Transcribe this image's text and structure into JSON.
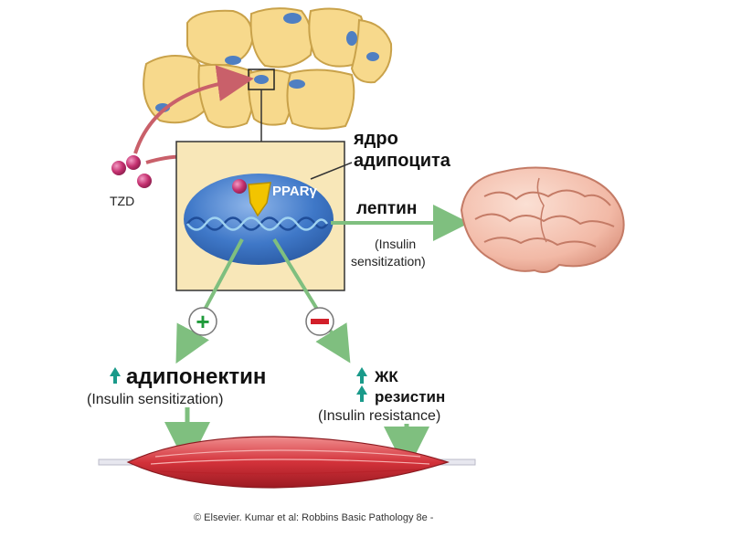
{
  "labels": {
    "tzd": "TZD",
    "nucleus_line1": "ядро",
    "nucleus_line2": "адипоцита",
    "receptor": "PPARγ",
    "leptin": "лептин",
    "leptin_note_1": "(Insulin",
    "leptin_note_2": "sensitization)",
    "plus": "+",
    "minus": "−",
    "adiponectin": "адипонектин",
    "adiponectin_note": "(Insulin sensitization)",
    "ffa": "ЖК",
    "resistin": "резистин",
    "resistin_note": "(Insulin resistance)",
    "copyright": "© Elsevier. Kumar et al: Robbins Basic Pathology 8e - "
  },
  "colors": {
    "fat_cell": "#f7d98c",
    "fat_cell_edge": "#c9a24a",
    "cell_nucleus": "#4f7fc2",
    "panel_bg": "#f8e7b8",
    "nucleus": "#3f78c8",
    "receptor": "#f2c400",
    "drug": "#c4306f",
    "arrow_green": "#7fbf7f",
    "arrow_red": "#c9606a",
    "plus_green": "#1f9a3a",
    "minus_red": "#d21f2a",
    "up_arrow": "#1a9a8a",
    "brain": "#f2b9a6",
    "muscle": "#d3323a"
  }
}
